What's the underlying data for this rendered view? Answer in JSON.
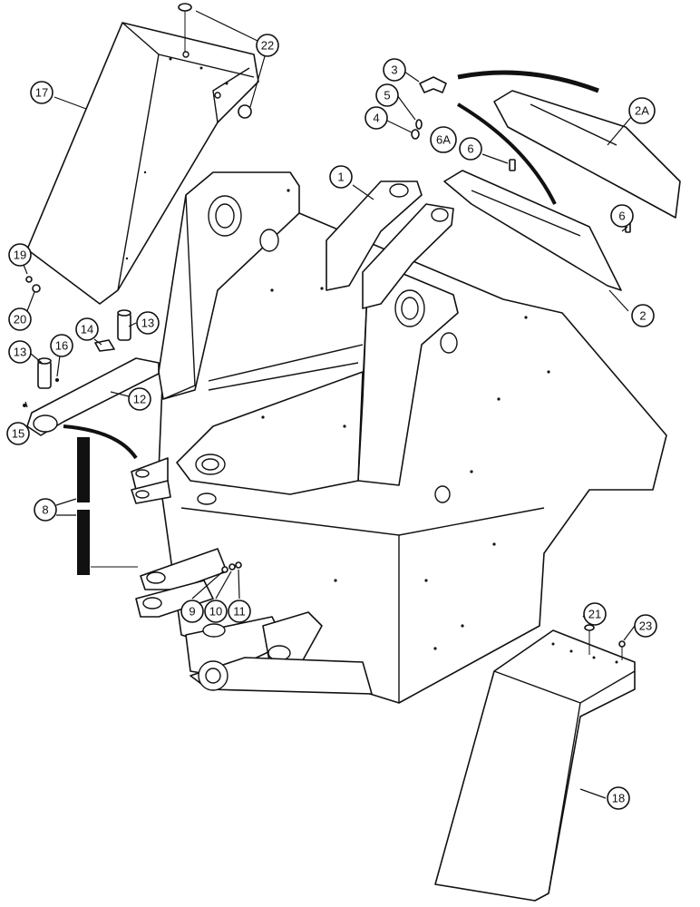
{
  "callouts": [
    {
      "id": "c1",
      "label": "1"
    },
    {
      "id": "c2",
      "label": "2"
    },
    {
      "id": "c2a",
      "label": "2A"
    },
    {
      "id": "c3",
      "label": "3"
    },
    {
      "id": "c4",
      "label": "4"
    },
    {
      "id": "c5",
      "label": "5"
    },
    {
      "id": "c6a",
      "label": "6A"
    },
    {
      "id": "c6",
      "label": "6"
    },
    {
      "id": "c6b",
      "label": "6"
    },
    {
      "id": "c8",
      "label": "8"
    },
    {
      "id": "c9",
      "label": "9"
    },
    {
      "id": "c10",
      "label": "10"
    },
    {
      "id": "c11",
      "label": "11"
    },
    {
      "id": "c12",
      "label": "12"
    },
    {
      "id": "c13a",
      "label": "13"
    },
    {
      "id": "c13b",
      "label": "13"
    },
    {
      "id": "c14",
      "label": "14"
    },
    {
      "id": "c15",
      "label": "15"
    },
    {
      "id": "c16",
      "label": "16"
    },
    {
      "id": "c17",
      "label": "17"
    },
    {
      "id": "c18",
      "label": "18"
    },
    {
      "id": "c19",
      "label": "19"
    },
    {
      "id": "c20",
      "label": "20"
    },
    {
      "id": "c21",
      "label": "21"
    },
    {
      "id": "c22",
      "label": "22"
    },
    {
      "id": "c23",
      "label": "23"
    }
  ]
}
